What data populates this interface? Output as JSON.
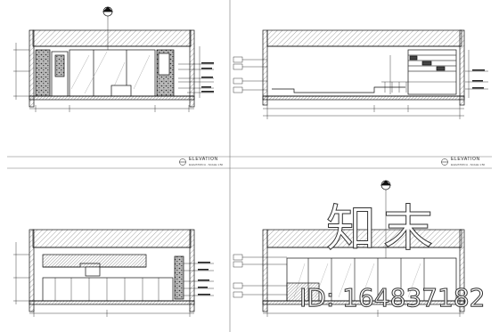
{
  "sheet": {
    "elevation_label": "ELEVATION",
    "elevation_sub": "ELEVATION A - SCALE 1:50",
    "watermark_glyphs": "知末",
    "watermark_id": "ID: 164837182",
    "line_color": "#111111",
    "hatch_color": "#555555"
  },
  "panels": [
    {
      "id": "top-left"
    },
    {
      "id": "top-right"
    },
    {
      "id": "bottom-left"
    },
    {
      "id": "bottom-right"
    }
  ]
}
